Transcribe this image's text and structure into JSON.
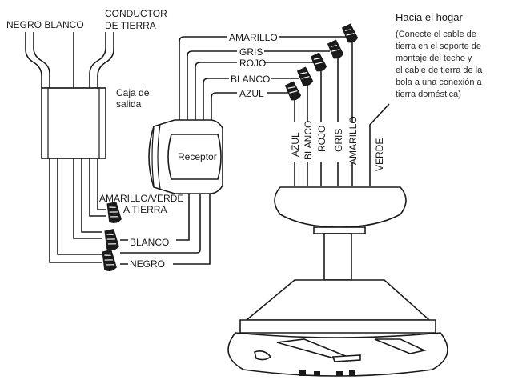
{
  "supply": {
    "negro_blanco": "NEGRO BLANCO",
    "conductor_line1": "CONDUCTOR",
    "conductor_line2": "DE TIERRA"
  },
  "box": {
    "line1": "Caja de",
    "line2": "salida"
  },
  "receiver": {
    "label": "Receptor"
  },
  "receiver_wires": {
    "amarillo": "AMARILLO",
    "gris": "GRIS",
    "rojo": "ROJO",
    "blanco": "BLANCO",
    "azul": "AZUL"
  },
  "connections": {
    "ground_line1": "AMARILLO/VERDE",
    "ground_line2": "A TIERRA",
    "blanco": "BLANCO",
    "negro": "NEGRO"
  },
  "fan_wires": {
    "azul": "AZUL",
    "blanco": "BLANCO",
    "rojo": "ROJO",
    "gris": "GRIS",
    "amarillo": "AMARILLO",
    "verde": "VERDE"
  },
  "note": {
    "title": "Hacia el hogar",
    "lines": [
      "(Conecte el cable de",
      "tierra en el soporte de",
      "montaje del techo y",
      "el cable de tierra de la",
      "bola a una conexión a",
      "tierra doméstica)"
    ]
  }
}
